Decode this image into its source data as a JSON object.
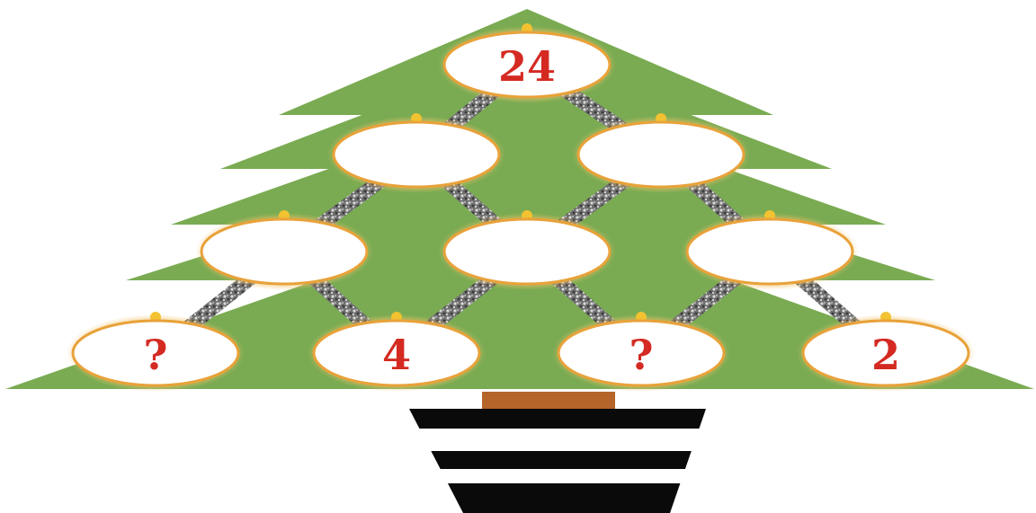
{
  "puzzle": {
    "rows": [
      [
        {
          "id": "r1-c1",
          "value": "24"
        }
      ],
      [
        {
          "id": "r2-c1",
          "value": ""
        },
        {
          "id": "r2-c2",
          "value": ""
        }
      ],
      [
        {
          "id": "r3-c1",
          "value": ""
        },
        {
          "id": "r3-c2",
          "value": ""
        },
        {
          "id": "r3-c3",
          "value": ""
        }
      ],
      [
        {
          "id": "r4-c1",
          "value": "?"
        },
        {
          "id": "r4-c2",
          "value": "4"
        },
        {
          "id": "r4-c3",
          "value": "?"
        },
        {
          "id": "r4-c4",
          "value": "2"
        }
      ]
    ]
  },
  "colors": {
    "tree": "#7aab52",
    "ornament_fill": "#ffffff",
    "ornament_border": "#e8a23a",
    "ornament_hook": "#f2c231",
    "number_text": "#d42a22",
    "trunk": "#b5652a",
    "pot_dark": "#0a0a0a",
    "pot_light": "#ffffff",
    "tinsel": "#8a8a8a"
  }
}
